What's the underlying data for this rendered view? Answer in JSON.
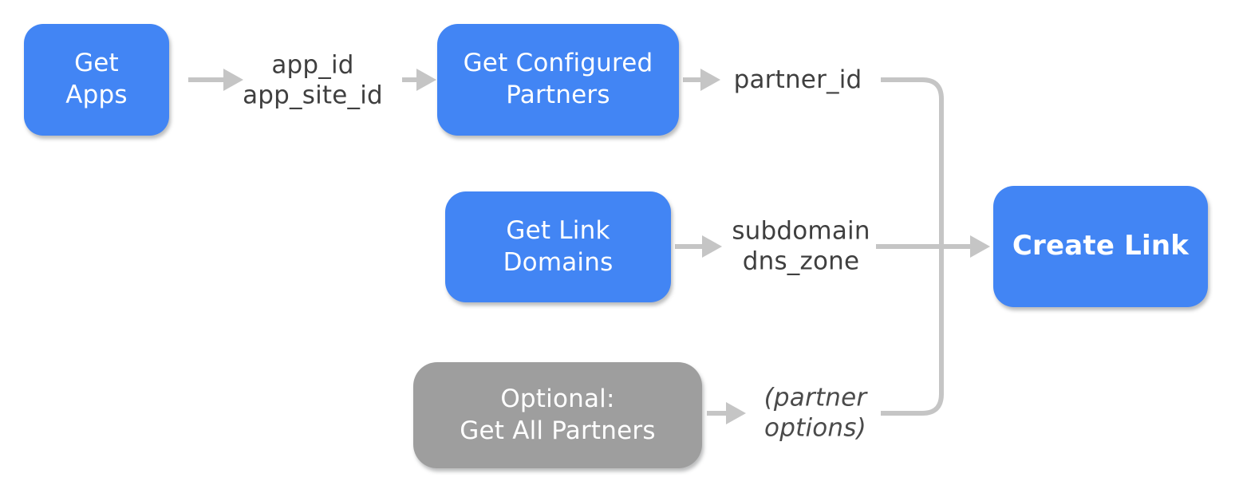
{
  "diagram": {
    "type": "flowchart",
    "nodes": {
      "get_apps": {
        "label": "Get\nApps",
        "style": "primary"
      },
      "get_configured_partners": {
        "label": "Get Configured\nPartners",
        "style": "primary"
      },
      "get_link_domains": {
        "label": "Get Link\nDomains",
        "style": "primary"
      },
      "optional_get_all_partners": {
        "label": "Optional:\nGet All Partners",
        "style": "optional"
      },
      "create_link": {
        "label": "Create Link",
        "style": "primary-final"
      }
    },
    "edge_labels": {
      "app_params": "app_id\napp_site_id",
      "partner_id": "partner_id",
      "domain_params": "subdomain\ndns_zone",
      "partner_options": "(partner\noptions)"
    },
    "edges": [
      {
        "from": "get_apps",
        "label": "app_id, app_site_id",
        "to": "get_configured_partners"
      },
      {
        "from": "get_configured_partners",
        "label": "partner_id",
        "to": "create_link"
      },
      {
        "from": "get_link_domains",
        "label": "subdomain, dns_zone",
        "to": "create_link"
      },
      {
        "from": "optional_get_all_partners",
        "label": "(partner options)",
        "to": "create_link"
      }
    ],
    "colors": {
      "node_blue": "#4285F4",
      "node_gray": "#9E9E9E",
      "connector_gray": "#C5C5C5",
      "label_text": "#3F3F3F",
      "node_text": "#FFFFFF",
      "background": "#FFFFFF"
    }
  }
}
